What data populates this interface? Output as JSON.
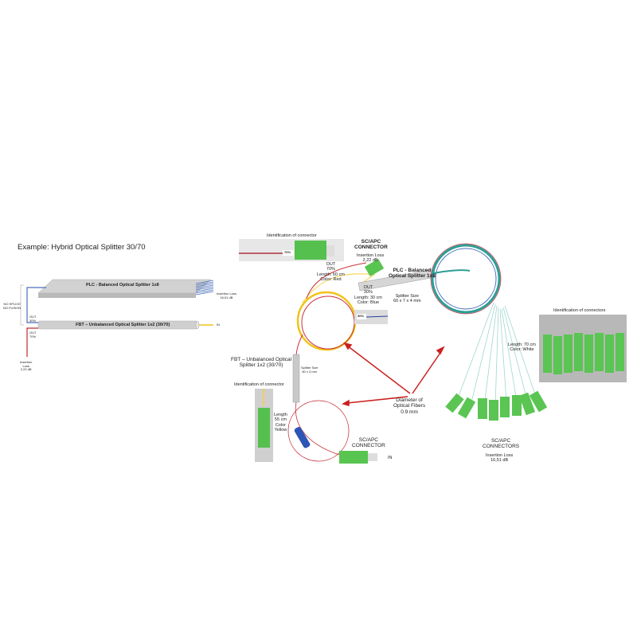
{
  "title": "Example: Hybrid Optical Splitter 30/70",
  "schematic": {
    "plc_label": "PLC - Balanced Optical Splitter 1x8",
    "fbt_label": "FBT – Unbalanced Optical Splitter 1x2 (30/70)",
    "no_splice": "NO SPLICE",
    "no_fusion": "NO FUSION",
    "out30": [
      "OUT",
      "30%"
    ],
    "out70": [
      "OUT",
      "70%"
    ],
    "in_label": "IN",
    "loss_out70": [
      "Insertion",
      "Loss",
      "2,22 dB"
    ],
    "loss_plc": [
      "Insertion Loss",
      "16,51 dB"
    ]
  },
  "photo": {
    "id_connector_top": "Identification of connector",
    "tag_70": "70%",
    "sc_apc_top": [
      "SC/APC",
      "CONNECTOR"
    ],
    "loss_top": [
      "Insertion Loss",
      "2,22 dB"
    ],
    "out70": [
      "OUT",
      "70%",
      "Length: 60 cm",
      "Color: Red"
    ],
    "plc_title": [
      "PLC - Balanced",
      "Optical Splitter 1x8"
    ],
    "plc_size": [
      "Splitter Size",
      "60 x 7 x 4 mm"
    ],
    "out30": [
      "OUT",
      "30%",
      "Length: 30 cm",
      "Color: Blue"
    ],
    "tag_30": "30%",
    "fbt_title": [
      "FBT – Unbalanced Optical",
      "Splitter 1x2 (30/70)"
    ],
    "fbt_size": [
      "Splitter Size",
      "60 x 3 mm"
    ],
    "id_connector_left": "Identification of connector",
    "in_fiber": [
      "Length",
      "55 cm",
      "Color",
      "Yellow"
    ],
    "sc_apc_in": [
      "SC/APC",
      "CONNECTOR"
    ],
    "in_label": "IN",
    "diameter": [
      "Diameter of",
      "Optical Fibers",
      "0.9 mm"
    ],
    "out_fibers": [
      "Length: 70 cm",
      "Color: White"
    ],
    "id_connectors": "Identification of connectors",
    "sc_apc_out": [
      "SC/APC",
      "CONNECTORS"
    ],
    "loss_out": [
      "Insertion Loss",
      "16,51 dB"
    ]
  },
  "colors": {
    "arrow": "#cc1f1f",
    "connector": "#5ec85a",
    "fiber_red": "#c8323c",
    "fiber_blue": "#3d63b0",
    "fiber_yellow": "#f0c419"
  }
}
